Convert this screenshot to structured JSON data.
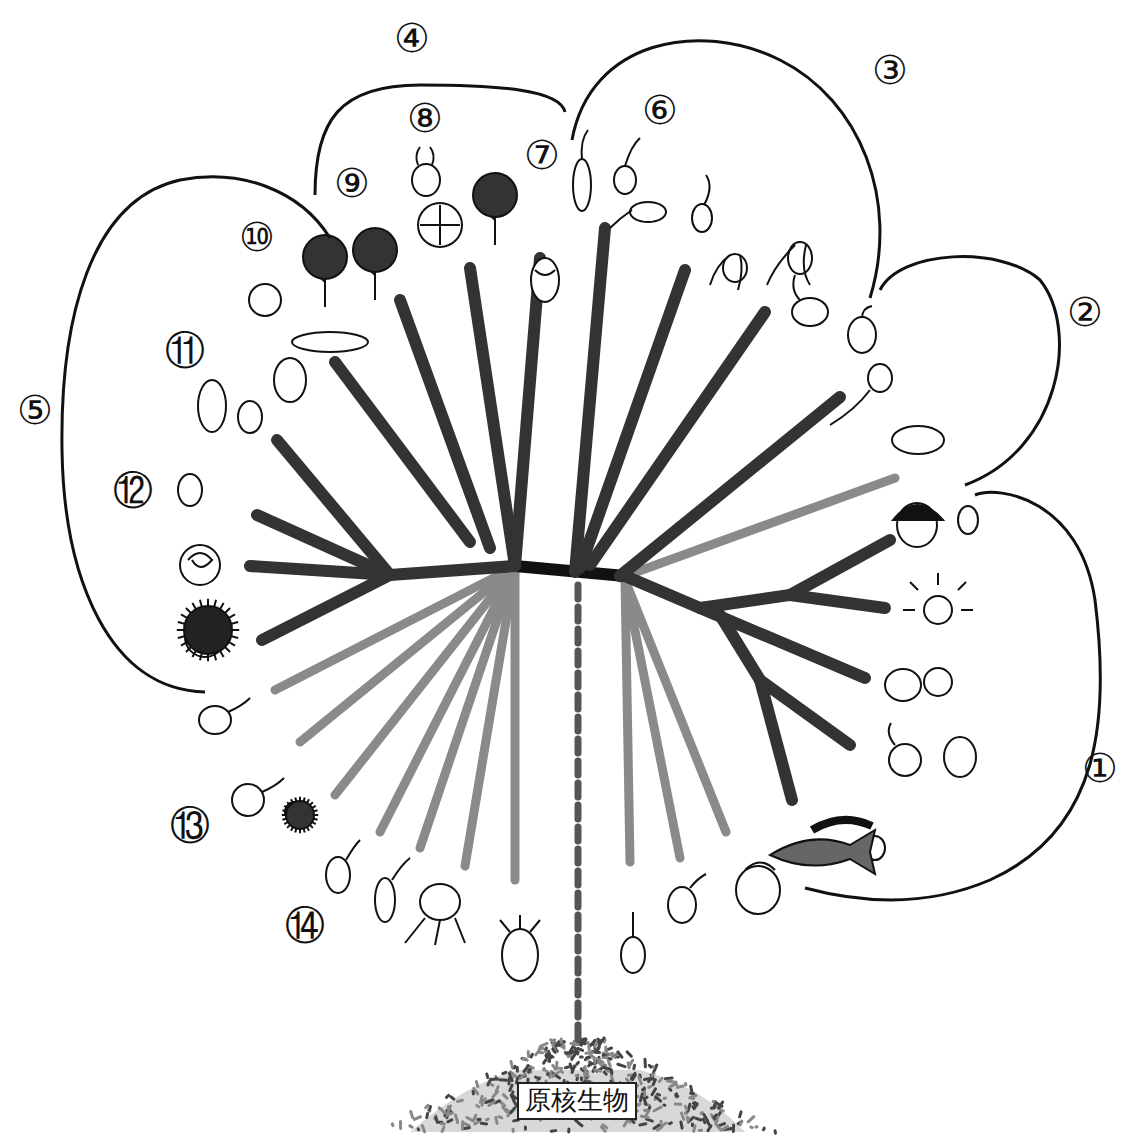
{
  "diagram": {
    "nodes": [
      {
        "text": [
          "原核生物"
        ]
      }
    ],
    "labels": [
      "①",
      "②",
      "③",
      "④",
      "⑤",
      "⑥",
      "⑦",
      "⑧",
      "⑨",
      "⑩",
      "⑪",
      "⑫",
      "⑬",
      "⑭"
    ]
  }
}
